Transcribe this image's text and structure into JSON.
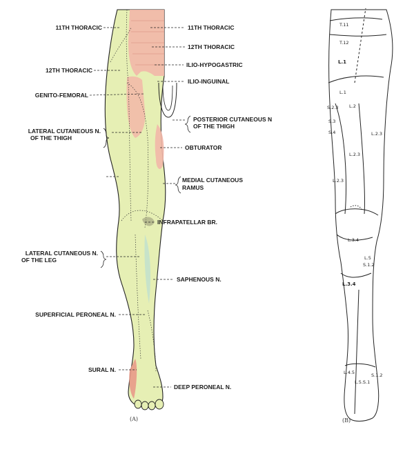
{
  "left_labels": [
    {
      "id": "l1",
      "text": "11TH THORACIC"
    },
    {
      "id": "l2",
      "text": "12TH THORACIC"
    },
    {
      "id": "l3",
      "text": "GENITO-FEMORAL"
    },
    {
      "id": "l4a",
      "text": "LATERAL CUTANEOUS N."
    },
    {
      "id": "l4b",
      "text": "OF THE THIGH"
    },
    {
      "id": "l5a",
      "text": "LATERAL CUTANEOUS N."
    },
    {
      "id": "l5b",
      "text": "OF THE LEG"
    },
    {
      "id": "l6",
      "text": "SUPERFICIAL PERONEAL N."
    },
    {
      "id": "l7",
      "text": "SURAL N."
    }
  ],
  "right_labels": [
    {
      "id": "r1",
      "text": "11TH THORACIC"
    },
    {
      "id": "r2",
      "text": "12TH THORACIC"
    },
    {
      "id": "r3",
      "text": "ILIO-HYPOGASTRIC"
    },
    {
      "id": "r4",
      "text": "ILIO-INGUINAL"
    },
    {
      "id": "r5a",
      "text": "POSTERIOR CUTANEOUS N"
    },
    {
      "id": "r5b",
      "text": "OF THE THIGH"
    },
    {
      "id": "r6",
      "text": "OBTURATOR"
    },
    {
      "id": "r7a",
      "text": "MEDIAL CUTANEOUS"
    },
    {
      "id": "r7b",
      "text": "RAMUS"
    },
    {
      "id": "r8",
      "text": "INFRAPATELLAR BR."
    },
    {
      "id": "r9",
      "text": "SAPHENOUS N."
    },
    {
      "id": "r10",
      "text": "DEEP PERONEAL N."
    }
  ],
  "dermatomes": [
    "T.11",
    "T.12",
    "L.1",
    "L.1",
    "L.2",
    "S.2.3",
    "S.3",
    "S.4",
    "L.2.3",
    "L.2.3",
    "L.2.3",
    "L.3.4",
    "L.5",
    "S.1.2",
    "L.3.4",
    "L.4.5",
    "L.5.S.1",
    "S.1.2"
  ],
  "captions": {
    "a": "(A)",
    "b": "(B)"
  },
  "colors": {
    "skin_green": "#e6efb4",
    "skin_red": "#f2b7a8",
    "line": "#222222"
  }
}
